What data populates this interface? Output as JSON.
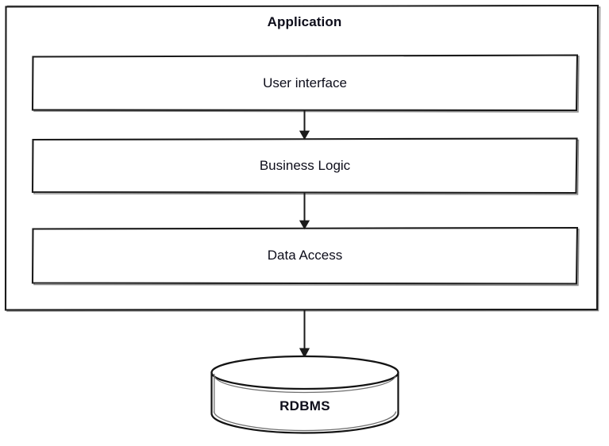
{
  "diagram": {
    "title": "Application",
    "type": "layered-architecture",
    "background_color": "#ffffff",
    "stroke_color": "#1b1b1b",
    "text_color": "#0d0d1a"
  },
  "container": {
    "label": "Application",
    "layers": [
      {
        "id": "user-interface",
        "label": "User interface",
        "order": 1
      },
      {
        "id": "business-logic",
        "label": "Business Logic",
        "order": 2
      },
      {
        "id": "data-access",
        "label": "Data Access",
        "order": 3
      }
    ]
  },
  "datastore": {
    "label": "RDBMS",
    "shape": "cylinder"
  },
  "connectors": [
    {
      "id": "ui-to-bl",
      "from": "User interface",
      "to": "Business Logic",
      "direction": "down",
      "arrow": "single"
    },
    {
      "id": "bl-to-da",
      "from": "Business Logic",
      "to": "Data Access",
      "direction": "down",
      "arrow": "single"
    },
    {
      "id": "app-to-db",
      "from": "Application",
      "to": "RDBMS",
      "direction": "down",
      "arrow": "single"
    }
  ]
}
